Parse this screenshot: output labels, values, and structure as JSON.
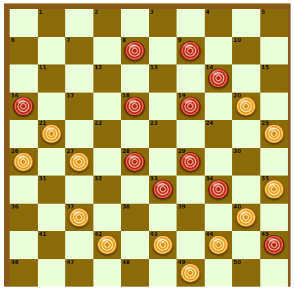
{
  "board": {
    "size": 10,
    "colors": {
      "light": "#eaffd9",
      "dark": "#8b6a08",
      "frame": "#8b5a16",
      "red_piece": "#c8301f",
      "orange_piece": "#f0a020"
    },
    "square_numbers": [
      "1",
      "2",
      "3",
      "4",
      "5",
      "6",
      "7",
      "8",
      "9",
      "10",
      "11",
      "12",
      "13",
      "14",
      "15",
      "16",
      "17",
      "18",
      "19",
      "20",
      "21",
      "22",
      "23",
      "24",
      "25",
      "26",
      "27",
      "28",
      "29",
      "30",
      "31",
      "32",
      "33",
      "34",
      "35",
      "36",
      "37",
      "38",
      "39",
      "40",
      "41",
      "42",
      "43",
      "44",
      "45",
      "46",
      "47",
      "48",
      "49",
      "50"
    ],
    "pieces": [
      {
        "square": 8,
        "color": "red"
      },
      {
        "square": 9,
        "color": "red"
      },
      {
        "square": 14,
        "color": "red"
      },
      {
        "square": 16,
        "color": "red"
      },
      {
        "square": 18,
        "color": "red"
      },
      {
        "square": 19,
        "color": "red"
      },
      {
        "square": 20,
        "color": "orange"
      },
      {
        "square": 21,
        "color": "orange"
      },
      {
        "square": 25,
        "color": "orange"
      },
      {
        "square": 26,
        "color": "orange"
      },
      {
        "square": 27,
        "color": "orange"
      },
      {
        "square": 28,
        "color": "red"
      },
      {
        "square": 29,
        "color": "red"
      },
      {
        "square": 33,
        "color": "red"
      },
      {
        "square": 34,
        "color": "red"
      },
      {
        "square": 35,
        "color": "orange"
      },
      {
        "square": 37,
        "color": "orange"
      },
      {
        "square": 40,
        "color": "orange"
      },
      {
        "square": 42,
        "color": "orange"
      },
      {
        "square": 43,
        "color": "orange"
      },
      {
        "square": 44,
        "color": "orange"
      },
      {
        "square": 45,
        "color": "red"
      },
      {
        "square": 49,
        "color": "orange"
      }
    ]
  }
}
